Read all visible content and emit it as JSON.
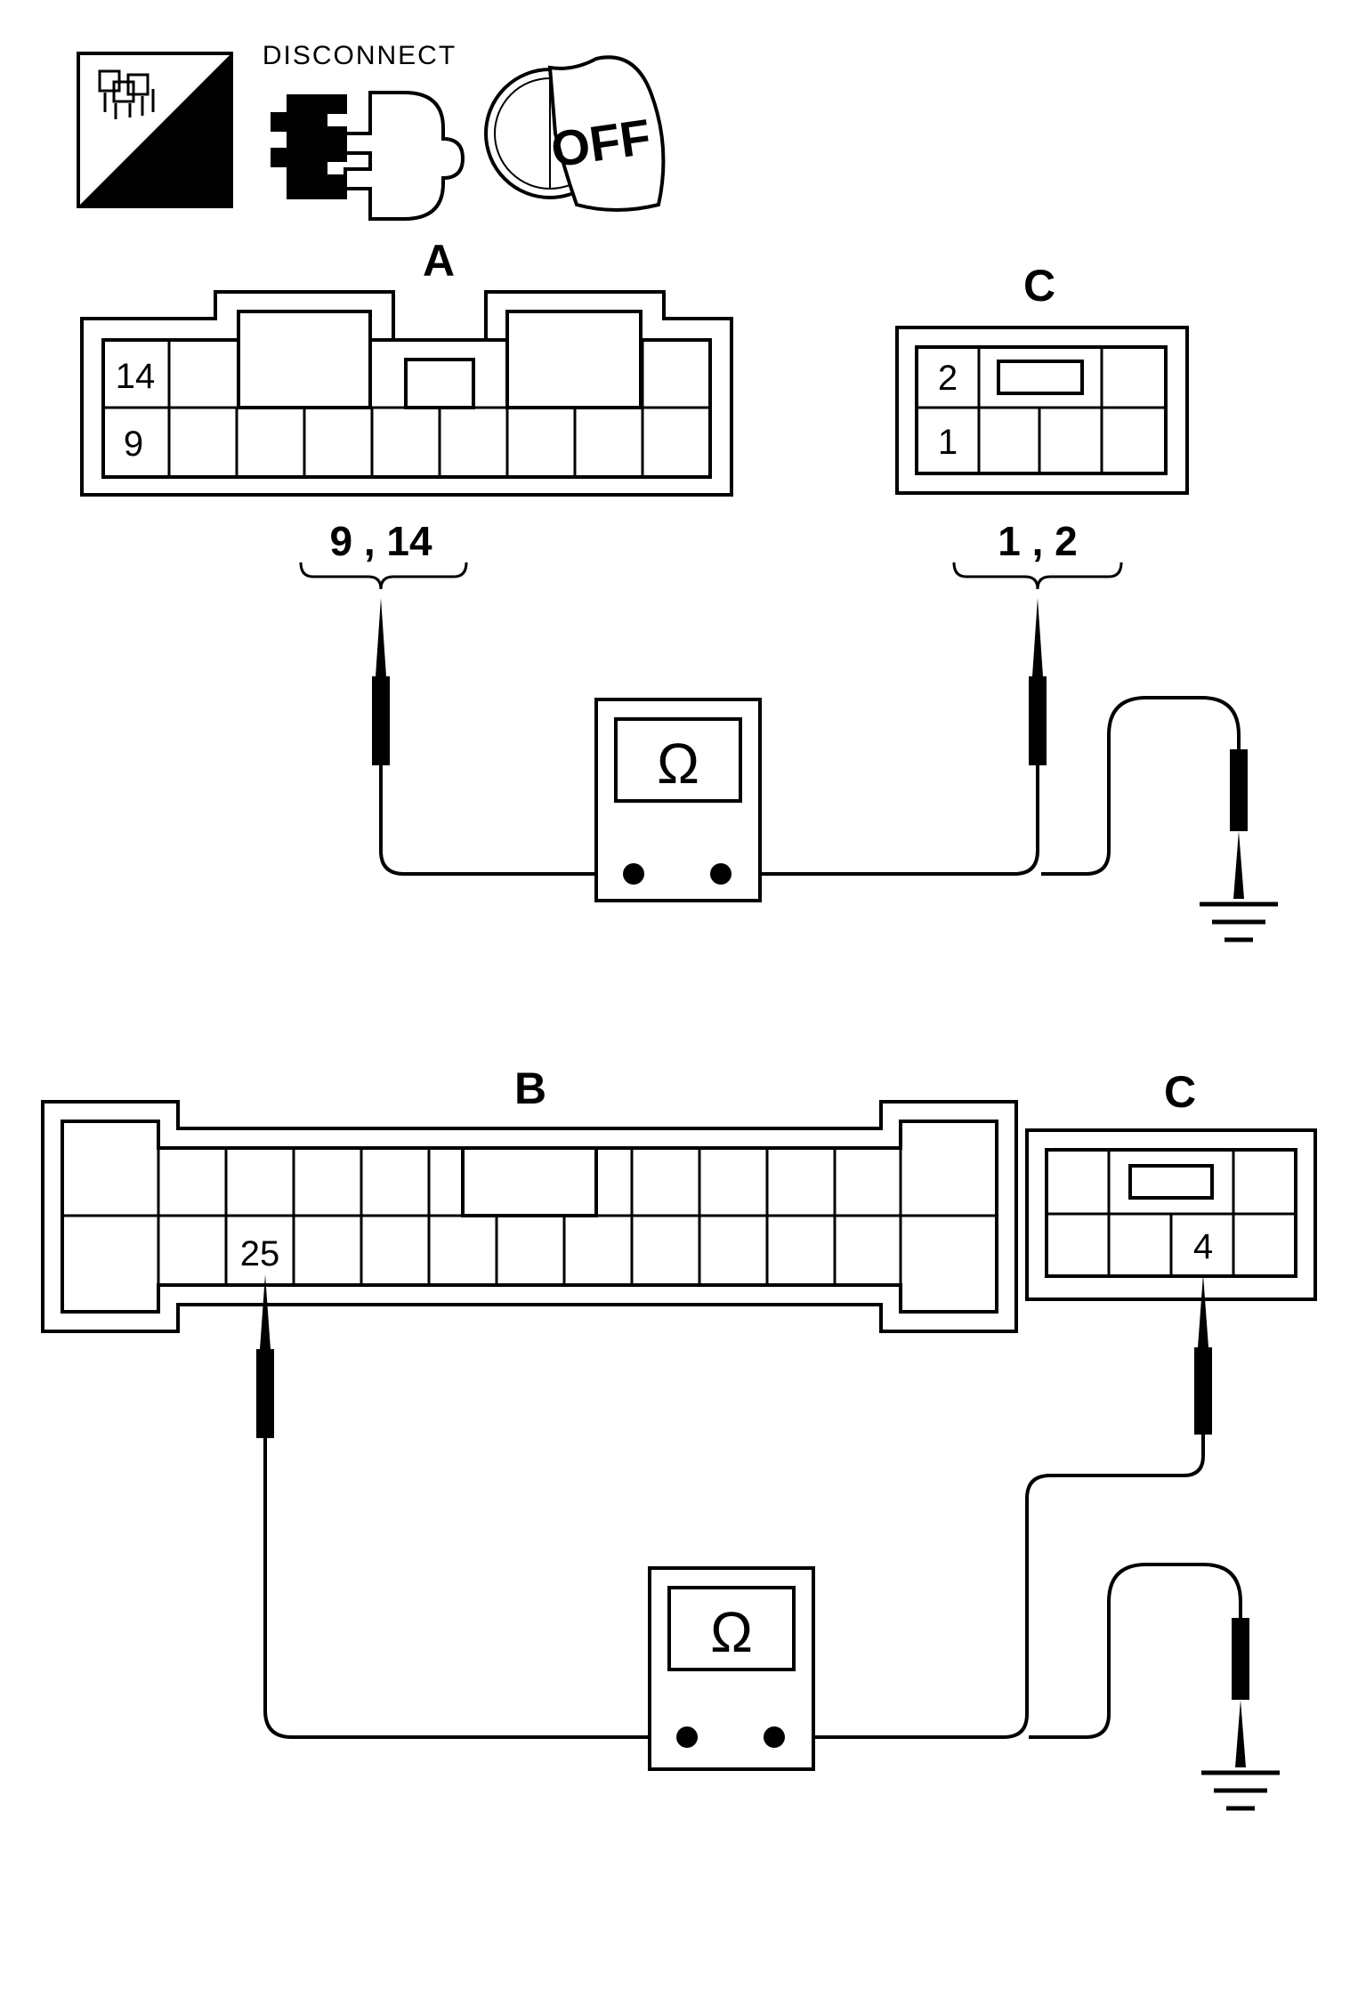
{
  "icons": {
    "hs_label": "H.S.",
    "disconnect_label": "DISCONNECT",
    "ignition_label": "OFF"
  },
  "top_section": {
    "connector_a": {
      "label": "A",
      "pin_upper": "14",
      "pin_lower": "9",
      "probe_label": "9 , 14"
    },
    "connector_c": {
      "label": "C",
      "pin_upper": "2",
      "pin_lower": "1",
      "probe_label": "1 , 2"
    },
    "meter_symbol": "Ω"
  },
  "bottom_section": {
    "connector_b": {
      "label": "B",
      "pin": "25"
    },
    "connector_c": {
      "label": "C",
      "pin": "4"
    },
    "meter_symbol": "Ω"
  }
}
